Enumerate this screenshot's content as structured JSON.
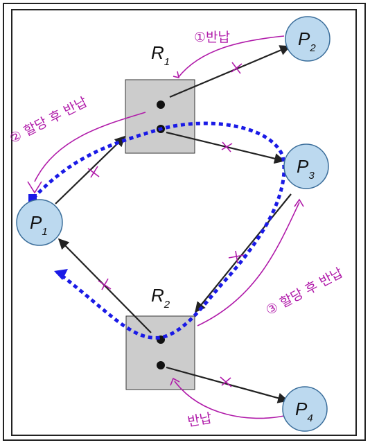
{
  "colors": {
    "process_fill": "#bcd9ef",
    "process_stroke": "#3a6d9a",
    "resource_fill": "#cccccc",
    "resource_stroke": "#333333",
    "arrow": "#222222",
    "annotation": "#b01aa9",
    "path": "#1a1ae6"
  },
  "processes": [
    {
      "id": "p1",
      "main": "P",
      "sub": "1"
    },
    {
      "id": "p2",
      "main": "P",
      "sub": "2"
    },
    {
      "id": "p3",
      "main": "P",
      "sub": "3"
    },
    {
      "id": "p4",
      "main": "P",
      "sub": "4"
    }
  ],
  "resources": [
    {
      "id": "r1",
      "main": "R",
      "sub": "1"
    },
    {
      "id": "r2",
      "main": "R",
      "sub": "2"
    }
  ],
  "annotations": {
    "return_1": "①반납",
    "allocate_return_2": "② 할당 후 반납",
    "allocate_return_3": "③ 할당 후 반납",
    "return_4": "반납"
  }
}
